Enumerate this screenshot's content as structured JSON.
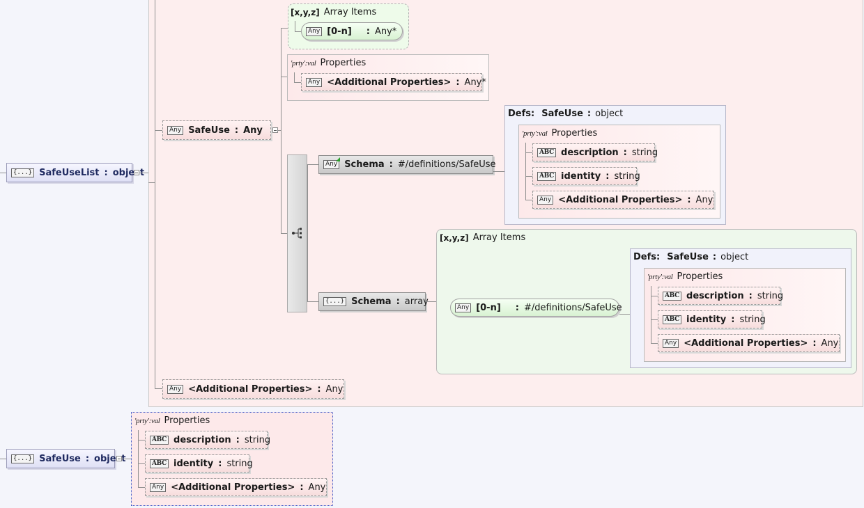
{
  "root_nodes": {
    "safe_use_list": {
      "name": "SafeUseList",
      "type": "object"
    },
    "safe_use": {
      "name": "SafeUse",
      "type": "object"
    }
  },
  "badges": {
    "any": "Any",
    "abc": "ABC",
    "object": "{...}"
  },
  "headers": {
    "array_items": "Array Items",
    "array_items_icon": "[x,y,z]",
    "properties": "Properties",
    "properties_icon": "'prty':val",
    "defs": "Defs:"
  },
  "safe_use_any": {
    "name": "SafeUse",
    "type": "Any"
  },
  "array_items_top": {
    "range": "[0-n]",
    "type": "Any*"
  },
  "properties_top": {
    "name": "<Additional Properties>",
    "type": "Any*"
  },
  "schema_ref": {
    "name": "Schema",
    "type": "#/definitions/SafeUse"
  },
  "schema_array": {
    "name": "Schema",
    "type": "array"
  },
  "array_items_ref": {
    "range": "[0-n]",
    "type": "#/definitions/SafeUse"
  },
  "defs_safe_use": {
    "name": "SafeUse",
    "type": "object"
  },
  "def_props": {
    "description": {
      "name": "description",
      "type": "string"
    },
    "identity": {
      "name": "identity",
      "type": "string"
    },
    "additional": {
      "name": "<Additional Properties>",
      "type": "Any"
    }
  },
  "bottom_additional": {
    "name": "<Additional Properties>",
    "type": "Any"
  },
  "colors": {
    "pink": "#fdeeee",
    "green": "#eefbea",
    "defs": "#f1f2fb",
    "focus_border": "#3a57c9"
  },
  "icons": {
    "choice": "choice-icon",
    "collapse": "collapse-icon",
    "link": "reference-link-icon"
  }
}
